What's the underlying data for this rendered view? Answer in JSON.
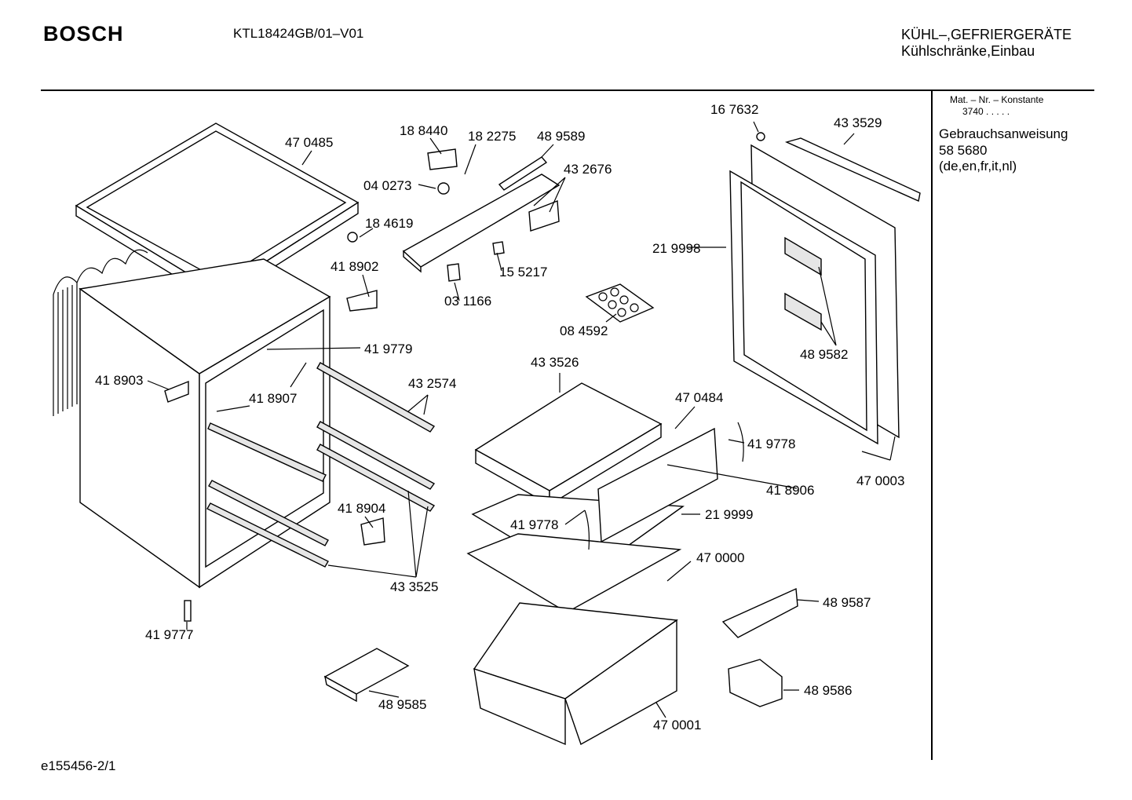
{
  "header": {
    "brand": "BOSCH",
    "model": "KTL18424GB/01–V01",
    "category_line1": "KÜHL–,GEFRIERGERÄTE",
    "category_line2": "Kühlschränke,Einbau"
  },
  "sidebar": {
    "mat_header": "Mat. – Nr. – Konstante",
    "mat_value": "3740  .  .  .  .  .",
    "manual_title": "Gebrauchsanweisung",
    "manual_number": "58 5680",
    "manual_languages": "(de,en,fr,it,nl)"
  },
  "footer": {
    "doc_code": "e155456-2/1"
  },
  "parts": [
    {
      "id": "p-470485",
      "number": "47 0485"
    },
    {
      "id": "p-188440",
      "number": "18 8440"
    },
    {
      "id": "p-182275",
      "number": "18 2275"
    },
    {
      "id": "p-489589",
      "number": "48 9589"
    },
    {
      "id": "p-432676",
      "number": "43 2676"
    },
    {
      "id": "p-040273",
      "number": "04 0273"
    },
    {
      "id": "p-184619",
      "number": "18 4619"
    },
    {
      "id": "p-418902",
      "number": "41 8902"
    },
    {
      "id": "p-155217",
      "number": "15 5217"
    },
    {
      "id": "p-031166",
      "number": "03 1166"
    },
    {
      "id": "p-167632",
      "number": "16 7632"
    },
    {
      "id": "p-433529",
      "number": "43 3529"
    },
    {
      "id": "p-219998",
      "number": "21 9998"
    },
    {
      "id": "p-084592",
      "number": "08 4592"
    },
    {
      "id": "p-489582",
      "number": "48 9582"
    },
    {
      "id": "p-419779",
      "number": "41 9779"
    },
    {
      "id": "p-433526",
      "number": "43 3526"
    },
    {
      "id": "p-418903",
      "number": "41 8903"
    },
    {
      "id": "p-432574",
      "number": "43 2574"
    },
    {
      "id": "p-418907",
      "number": "41 8907"
    },
    {
      "id": "p-470484",
      "number": "47 0484"
    },
    {
      "id": "p-419778a",
      "number": "41 9778"
    },
    {
      "id": "p-470003",
      "number": "47 0003"
    },
    {
      "id": "p-418906",
      "number": "41 8906"
    },
    {
      "id": "p-418904",
      "number": "41 8904"
    },
    {
      "id": "p-419778b",
      "number": "41 9778"
    },
    {
      "id": "p-219999",
      "number": "21 9999"
    },
    {
      "id": "p-470000",
      "number": "47 0000"
    },
    {
      "id": "p-433525",
      "number": "43 3525"
    },
    {
      "id": "p-489587",
      "number": "48 9587"
    },
    {
      "id": "p-419777",
      "number": "41 9777"
    },
    {
      "id": "p-489586",
      "number": "48 9586"
    },
    {
      "id": "p-489585",
      "number": "48 9585"
    },
    {
      "id": "p-470001",
      "number": "47 0001"
    }
  ]
}
